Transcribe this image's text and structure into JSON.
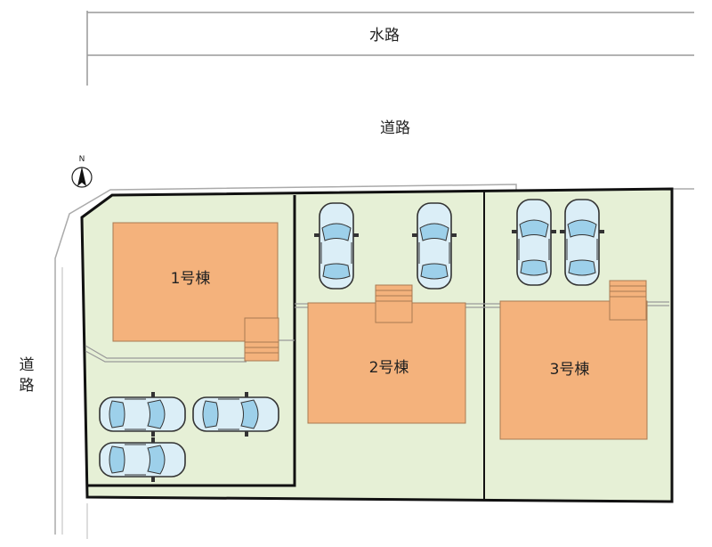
{
  "labels": {
    "waterway": "水路",
    "road_top": "道路",
    "road_left_1": "道",
    "road_left_2": "路",
    "north": "N"
  },
  "buildings": {
    "b1": "1号棟",
    "b2": "2号棟",
    "b3": "3号棟"
  },
  "colors": {
    "lot": "#e6f0d6",
    "building": "#f4b27c",
    "boundary": "#111111",
    "car_body": "#dbeef7",
    "car_glass": "#9dd0ea"
  }
}
